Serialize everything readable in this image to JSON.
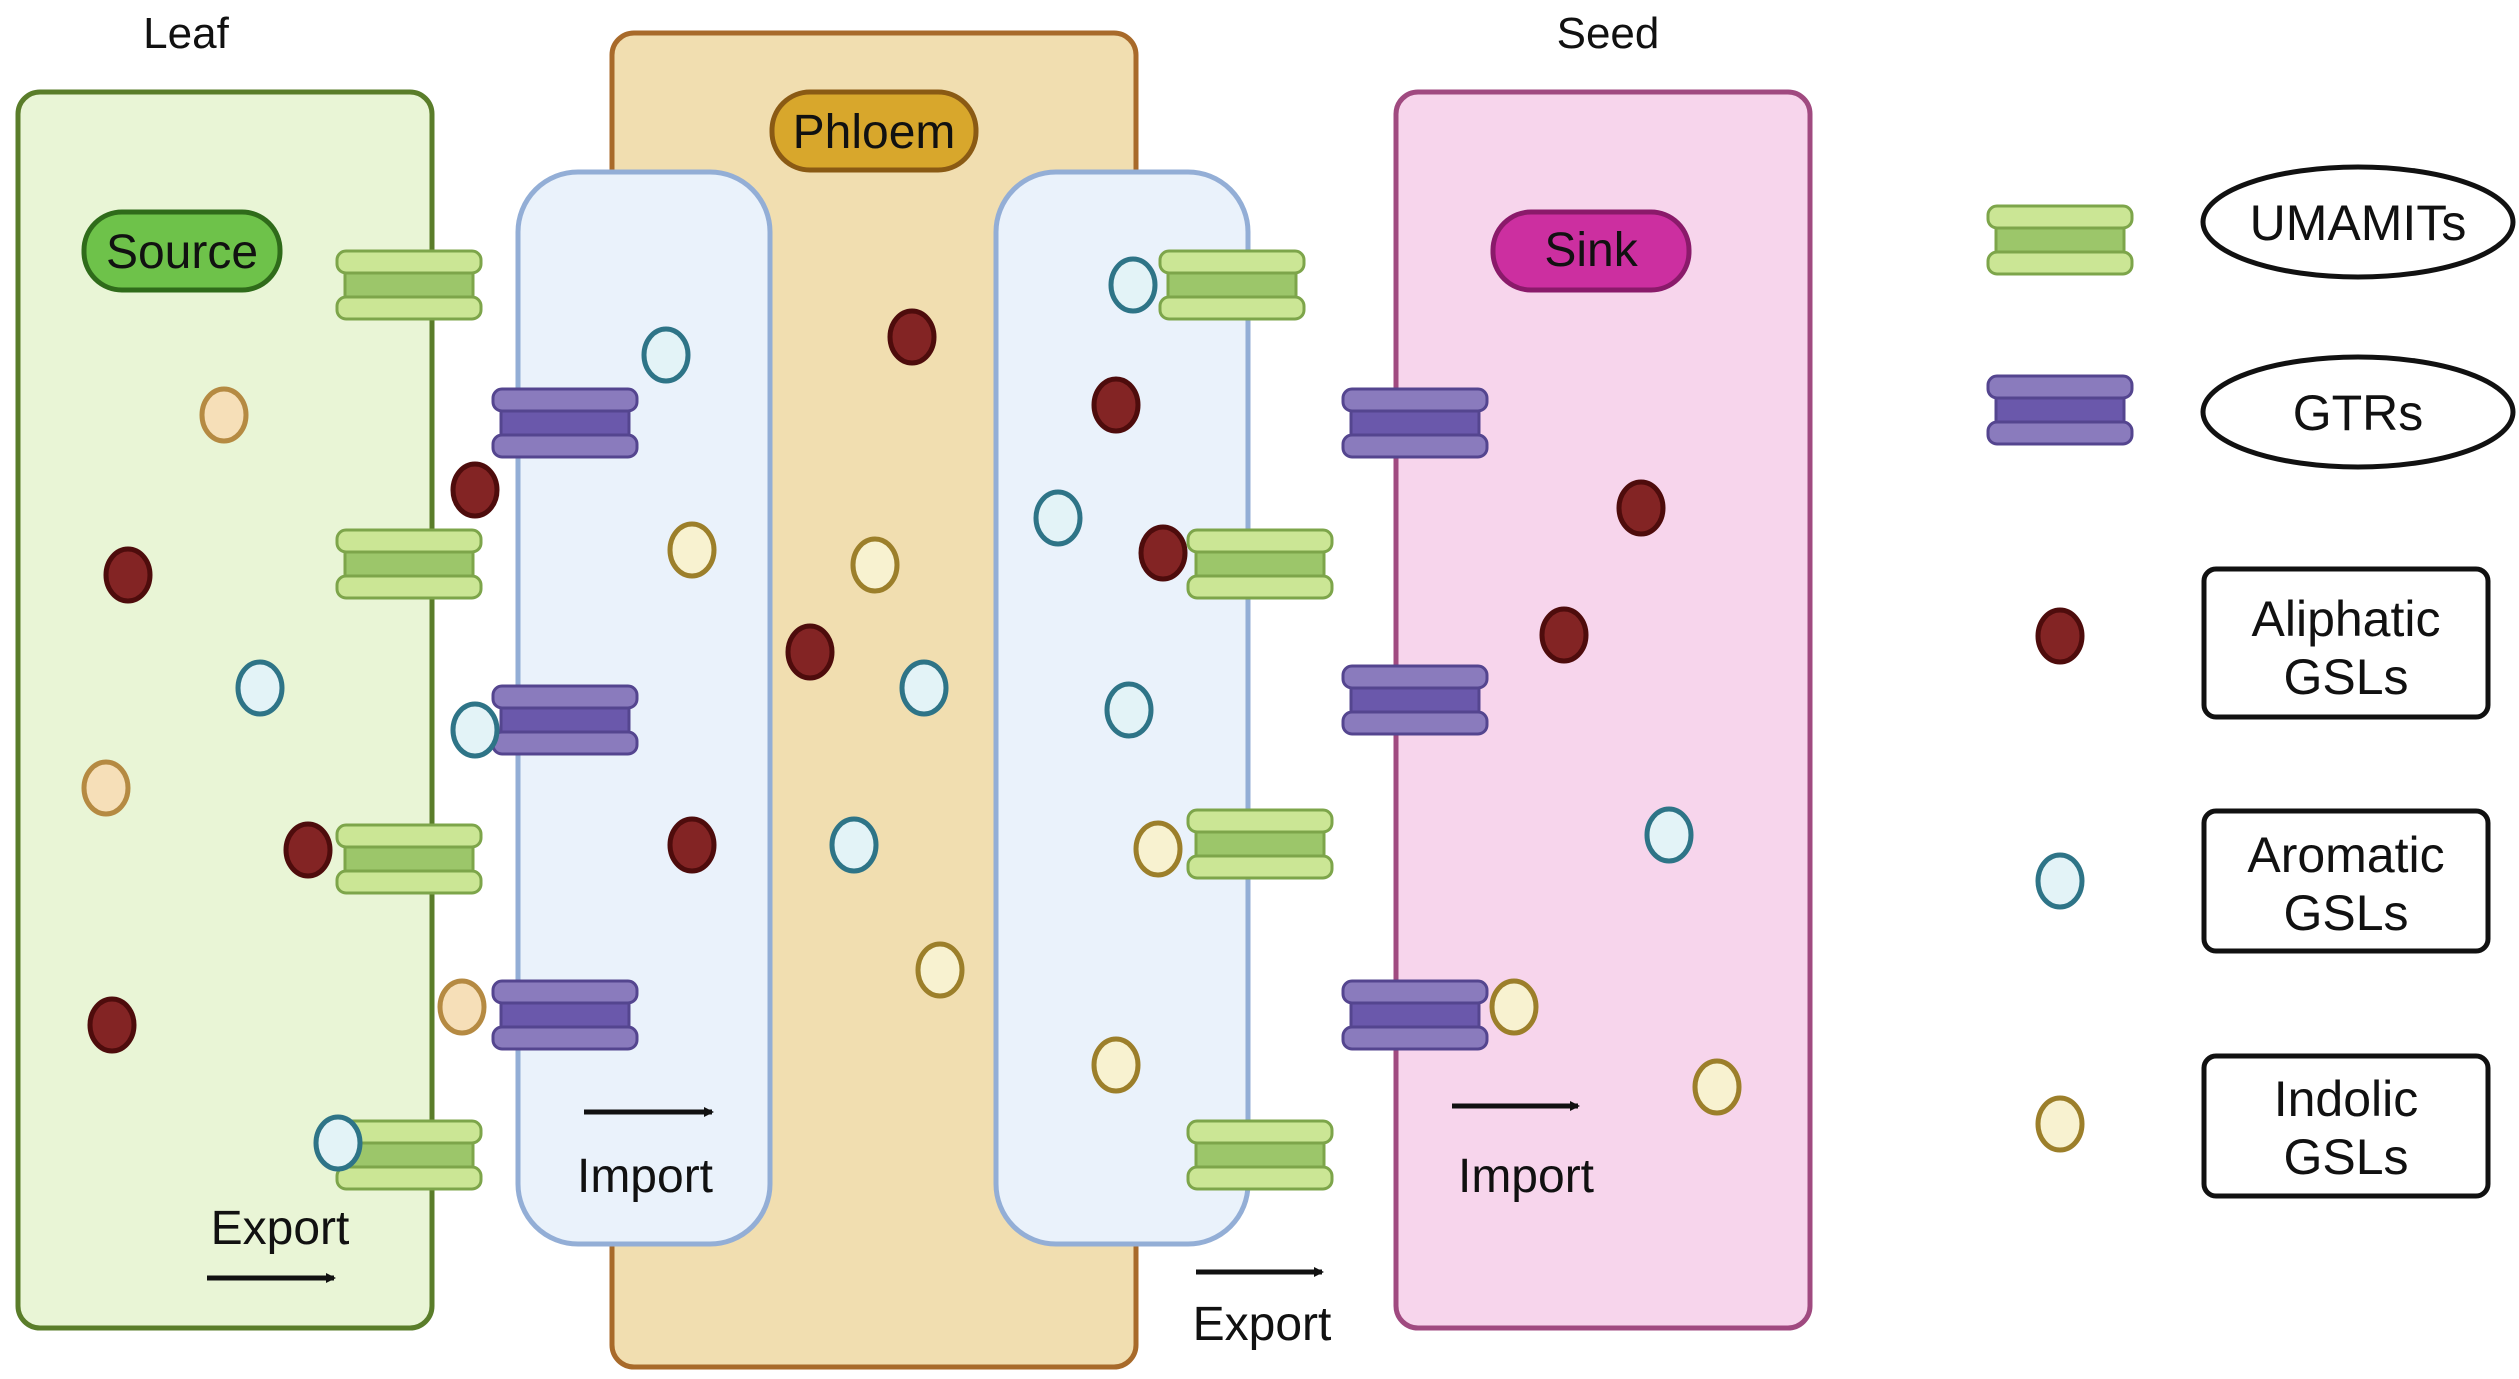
{
  "colors": {
    "leaf_fill": "#e9f5d6",
    "leaf_stroke": "#5a7d2a",
    "phloem_fill": "#f1deb0",
    "phloem_stroke": "#a86a2a",
    "vessel_fill": "#eaf2fb",
    "vessel_stroke": "#93aed6",
    "seed_fill": "#f7d5ec",
    "seed_stroke": "#a04a80",
    "source_badge_fill": "#6ec24a",
    "source_badge_stroke": "#2f6b1a",
    "phloem_badge_fill": "#d8a72c",
    "phloem_badge_stroke": "#8a5a14",
    "sink_badge_fill": "#cc2fa0",
    "sink_badge_stroke": "#8a1a6a",
    "umamit_outer": "#cbe695",
    "umamit_inner": "#9cc66a",
    "umamit_stroke": "#7da54a",
    "gtr_outer": "#8a7bbd",
    "gtr_inner": "#6a58ab",
    "gtr_stroke": "#54458f",
    "aliphatic_fill": "#832424",
    "aliphatic_stroke": "#4e0c0c",
    "aromatic_fill": "#e3f3f7",
    "aromatic_stroke": "#2e7487",
    "indolic_fill": "#f8f2d0",
    "indolic_stroke": "#9c7f2a",
    "leaf_indolic_fill": "#f6dfb8",
    "leaf_indolic_stroke": "#b58a42"
  },
  "labels": {
    "leaf": "Leaf",
    "seed": "Seed",
    "source": "Source",
    "phloem": "Phloem",
    "sink": "Sink",
    "export_leaf": "Export",
    "import_left": "Import",
    "export_phloem": "Export",
    "import_seed": "Import"
  },
  "legend": {
    "umamits": "UMAMITs",
    "gtrs": "GTRs",
    "aliphatic": [
      "Aliphatic",
      "GSLs"
    ],
    "aromatic": [
      "Aromatic",
      "GSLs"
    ],
    "indolic": [
      "Indolic",
      "GSLs"
    ]
  }
}
